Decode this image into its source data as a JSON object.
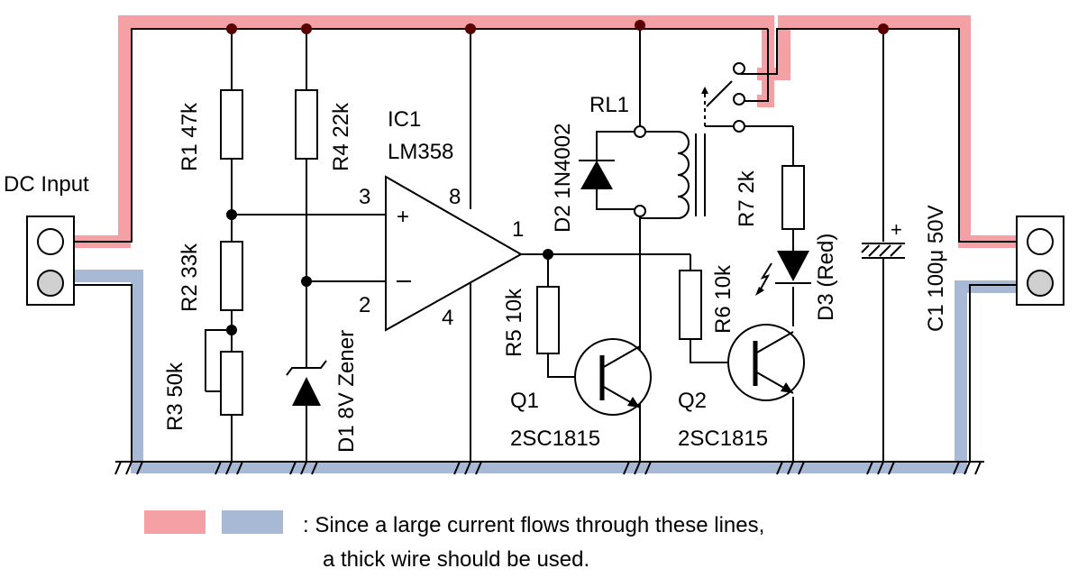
{
  "labels": {
    "dc_input": "DC Input",
    "r1": "R1 47k",
    "r2": "R2 33k",
    "r3": "R3 50k",
    "r4": "R4 22k",
    "d1": "D1 8V Zener",
    "ic1": "IC1",
    "ic1_part": "LM358",
    "pin3": "3",
    "pin2": "2",
    "pin8": "8",
    "pin4": "4",
    "pin1": "1",
    "d2": "D2 1N4002",
    "rl1": "RL1",
    "r5": "R5 10k",
    "r6": "R6 10k",
    "r7": "R7 2k",
    "d3": "D3 (Red)",
    "c1": "C1 100μ  50V",
    "q1": "Q1",
    "q1_part": "2SC1815",
    "q2": "Q2",
    "q2_part": "2SC1815"
  },
  "legend": {
    "line1": ": Since a large current flows through these lines,",
    "line2": "a thick wire should be used."
  },
  "colors": {
    "positive_line": "#f4a0a4",
    "ground_line": "#a8b9d6",
    "rail_junction": "#5a0000"
  }
}
